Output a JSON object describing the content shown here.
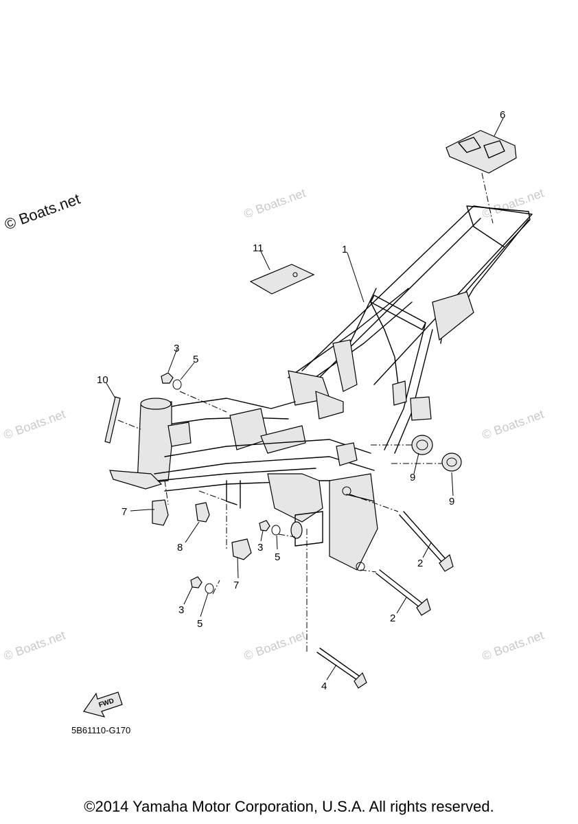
{
  "watermarks": [
    "© Boats.net",
    "© Boats.net",
    "© Boats.net",
    "© Boats.net",
    "© Boats.net",
    "© Boats.net",
    "© Boats.net",
    "© Boats.net"
  ],
  "callouts": [
    "1",
    "2",
    "2",
    "3",
    "3",
    "3",
    "4",
    "5",
    "5",
    "5",
    "6",
    "7",
    "7",
    "8",
    "9",
    "9",
    "10",
    "11"
  ],
  "fwd_label": "FWD",
  "diagram_code": "5B61110-G170",
  "copyright": "©2014 Yamaha Motor Corporation, U.S.A. All rights reserved."
}
